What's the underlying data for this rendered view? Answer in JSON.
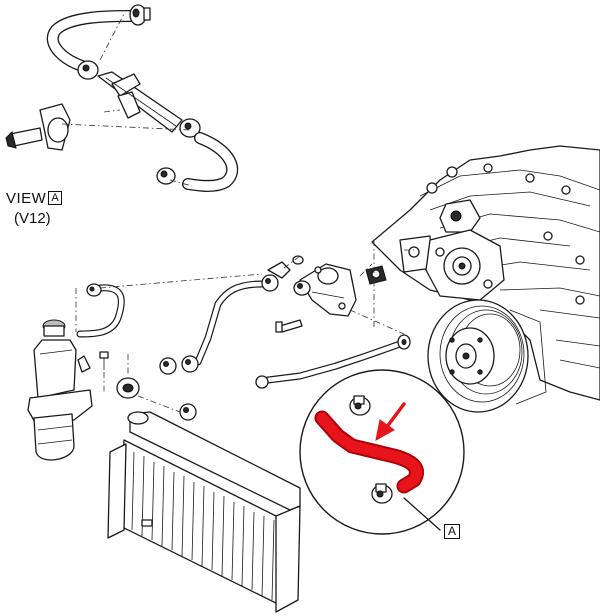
{
  "labels": {
    "view": "VIEW",
    "view_box": "A",
    "engine_variant": "(V12)",
    "callout_box": "A"
  },
  "colors": {
    "highlight_hose": "#e8141c",
    "highlight_hose_edge": "#b00008",
    "pointer_arrow": "#e8141c"
  },
  "icons": {
    "pointer": "red-arrow-icon"
  }
}
